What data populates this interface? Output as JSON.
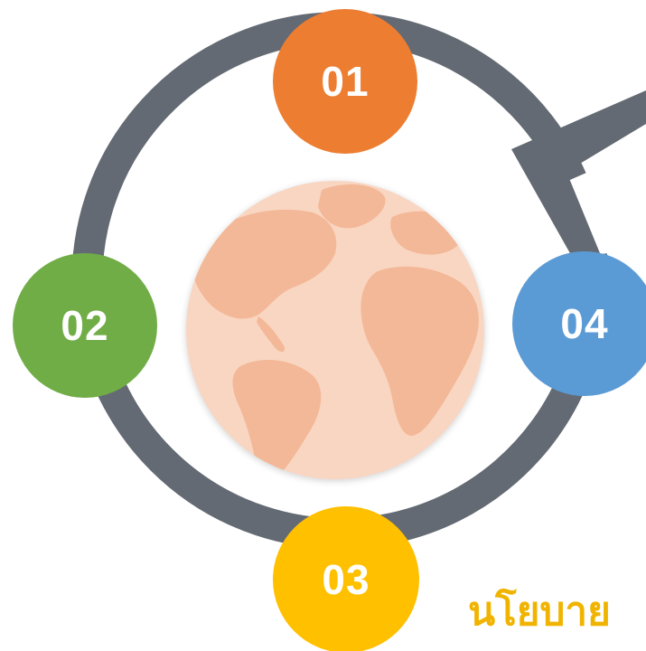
{
  "steps": [
    {
      "number": "01",
      "color": "#ed7d31"
    },
    {
      "number": "02",
      "color": "#70ad47"
    },
    {
      "number": "03",
      "color": "#ffc000"
    },
    {
      "number": "04",
      "color": "#5b9bd5"
    }
  ],
  "caption": {
    "text": "นโยบาย",
    "color": "#f0b400"
  },
  "ring": {
    "color": "#636a73"
  },
  "globe": {
    "color": "#f9d6c2",
    "land_color": "#f3b897"
  }
}
